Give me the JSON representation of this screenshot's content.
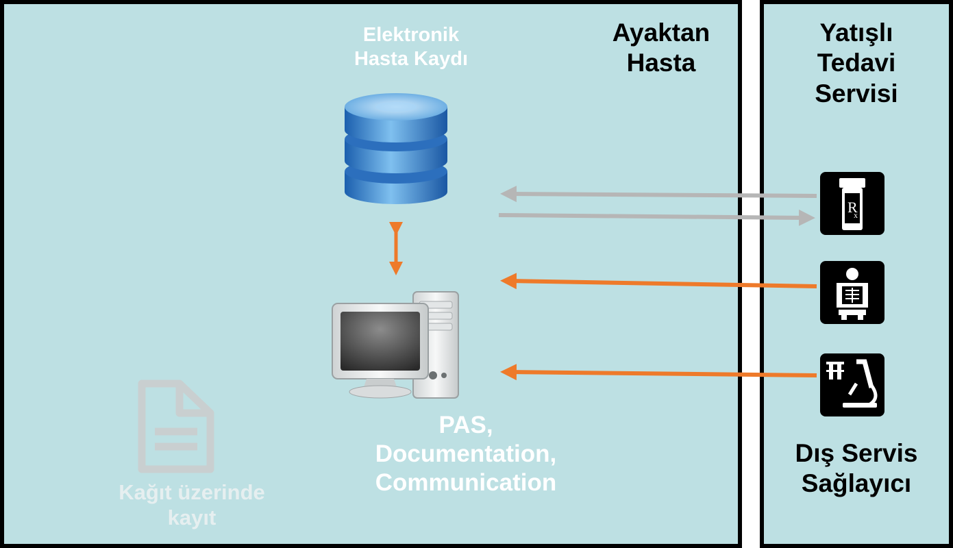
{
  "labels": {
    "ehr": "Elektronik\nHasta Kaydı",
    "outpatient": "Ayaktan\nHasta",
    "inpatient": "Yatışlı\nTedavi\nServisi",
    "pas": "PAS,\nDocumentation,\nCommunication",
    "paper": "Kağıt üzerinde\nkayıt",
    "external": "Dış Servis\nSağlayıcı"
  },
  "icons": {
    "database": "database-icon",
    "computer": "computer-icon",
    "document": "document-icon",
    "prescription": "prescription-icon",
    "xray": "xray-icon",
    "lab": "microscope-icon"
  },
  "colors": {
    "panel_bg": "#bde0e3",
    "border": "#000000",
    "orange_arrow": "#ee7a2a",
    "grey_arrow": "#b6b6b6",
    "label_white": "#ffffff"
  }
}
